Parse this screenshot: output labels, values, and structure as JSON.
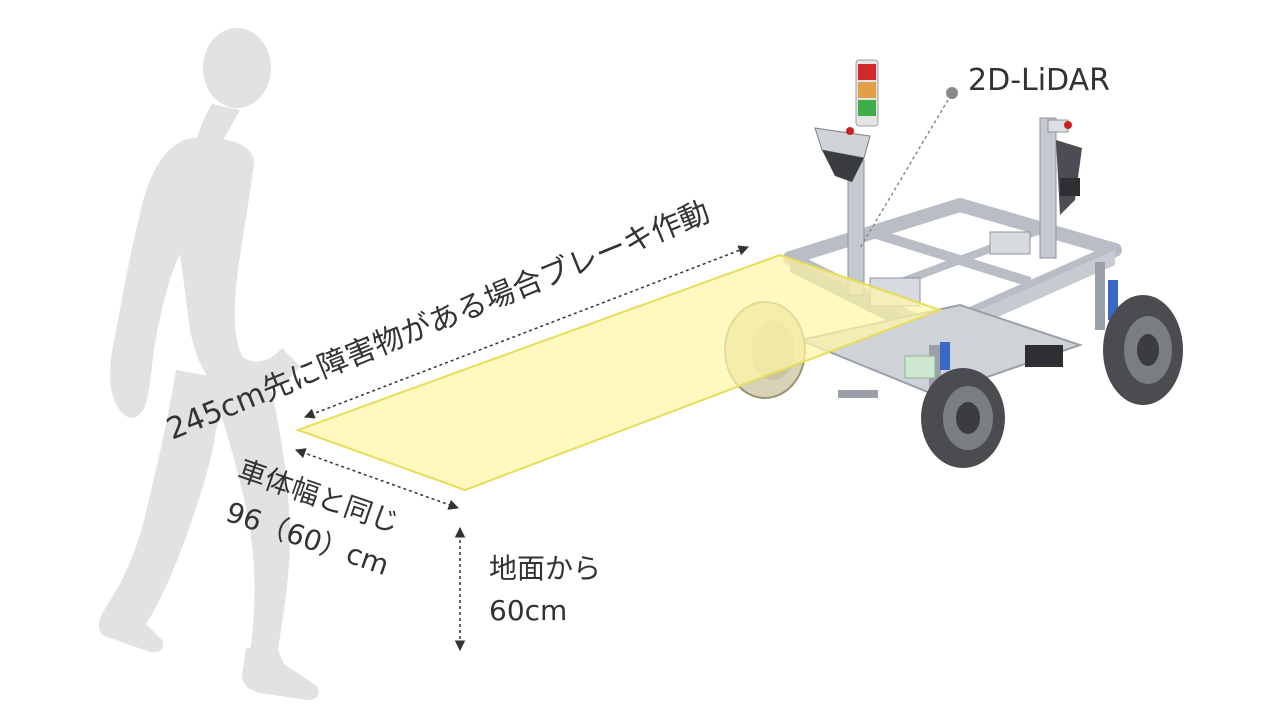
{
  "labels": {
    "sensor": "2D-LiDAR",
    "brake_distance": "245cm先に障害物がある場合ブレーキ作動",
    "width_line1": "車体幅と同じ",
    "width_line2": "96（60）cm",
    "height_line1": "地面から",
    "height_line2": "60cm"
  },
  "icons": {
    "person": "walking-person-silhouette-icon",
    "vehicle": "robot-cart-icon"
  },
  "colors": {
    "detection_zone_fill": "#fff6a8",
    "detection_zone_stroke": "#e8dc5a",
    "silhouette": "#e2e2e2",
    "frame": "#b9bec6",
    "wheel": "#4a4c50",
    "text": "#333333",
    "leader_dot": "#888888"
  }
}
